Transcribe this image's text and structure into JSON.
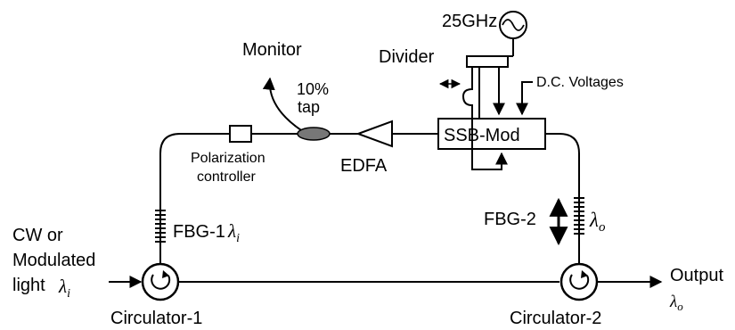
{
  "labels": {
    "source_freq": "25GHz",
    "divider": "Divider",
    "dc_voltages": "D.C. Voltages",
    "monitor": "Monitor",
    "tap_pct": "10%",
    "tap": "tap",
    "ssb_mod": "SSB-Mod",
    "edfa": "EDFA",
    "pol_line1": "Polarization",
    "pol_line2": "controller",
    "fbg1": "FBG-1",
    "fbg2": "FBG-2",
    "input_line1": "CW or",
    "input_line2": "Modulated",
    "input_line3": "light",
    "circ1": "Circulator-1",
    "circ2": "Circulator-2",
    "output": "Output",
    "lambda_i": "λ",
    "sub_i": "i",
    "lambda_o": "λ",
    "sub_o": "o"
  }
}
